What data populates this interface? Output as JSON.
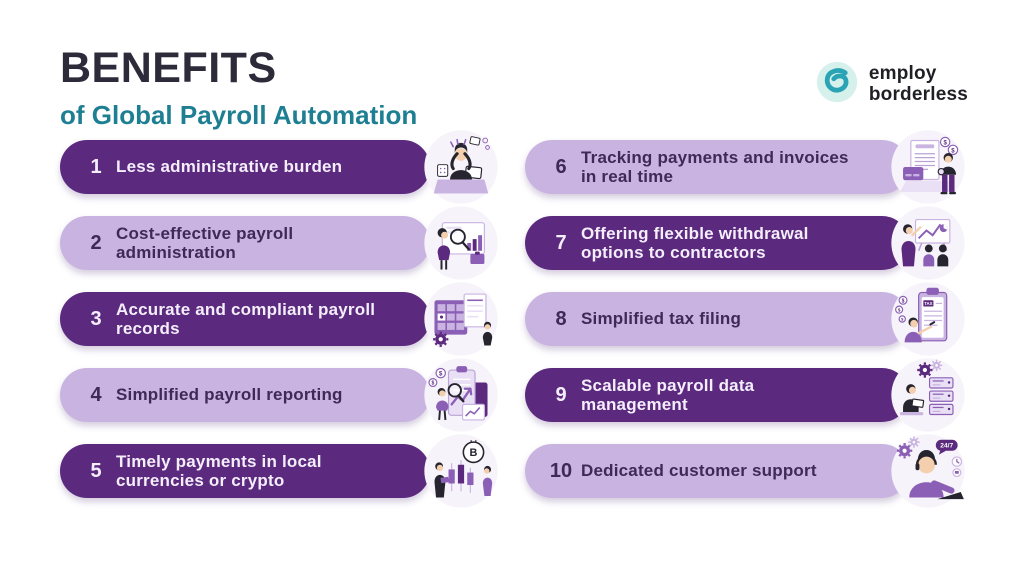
{
  "title": "BENEFITS",
  "subtitle": "of Global Payroll Automation",
  "logo": {
    "line1": "employ",
    "line2": "borderless",
    "icon": "employ-borderless-e-swirl-icon"
  },
  "colors": {
    "pill_dark": "#5b2a7e",
    "pill_light": "#c9b4e1",
    "text_on_dark": "#f4eefb",
    "text_on_light": "#3f2958",
    "title": "#2d2b3a",
    "subtitle": "#1e7f93",
    "logo_teal": "#2aa3b5",
    "logo_circle": "#d6f0ec"
  },
  "benefits": [
    {
      "number": "1",
      "variant": "dark",
      "lines": [
        "Less administrative burden"
      ],
      "illustration": "stressed-person-at-desk"
    },
    {
      "number": "2",
      "variant": "light",
      "lines": [
        "Cost-effective payroll",
        "administration"
      ],
      "illustration": "cost-analysis-magnifier"
    },
    {
      "number": "3",
      "variant": "dark",
      "lines": [
        "Accurate and compliant payroll",
        "records"
      ],
      "illustration": "payroll-records-documents"
    },
    {
      "number": "4",
      "variant": "light",
      "lines": [
        "Simplified payroll reporting"
      ],
      "illustration": "report-clipboard-magnifier"
    },
    {
      "number": "5",
      "variant": "dark",
      "lines": [
        "Timely payments in local",
        "currencies or crypto"
      ],
      "illustration": "crypto-bitcoin-chart"
    },
    {
      "number": "6",
      "variant": "light",
      "lines": [
        "Tracking payments and invoices",
        "in real time"
      ],
      "illustration": "invoice-tracking-laptop"
    },
    {
      "number": "7",
      "variant": "dark",
      "lines": [
        "Offering flexible withdrawal",
        "options to contractors"
      ],
      "illustration": "team-withdrawal-charts"
    },
    {
      "number": "8",
      "variant": "light",
      "lines": [
        "Simplified tax filing"
      ],
      "illustration": "tax-filing-clipboard"
    },
    {
      "number": "9",
      "variant": "dark",
      "lines": [
        "Scalable payroll data",
        "management"
      ],
      "illustration": "scalable-data-servers"
    },
    {
      "number": "10",
      "variant": "light",
      "lines": [
        "Dedicated customer support"
      ],
      "illustration": "customer-support-24-7"
    }
  ]
}
